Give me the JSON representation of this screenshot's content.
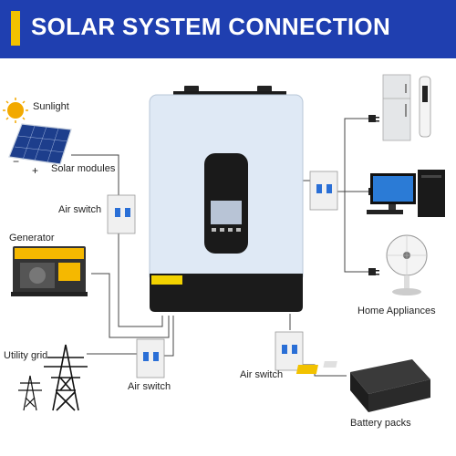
{
  "banner": {
    "title": "SOLAR SYSTEM CONNECTION"
  },
  "labels": {
    "sunlight": "Sunlight",
    "solar_modules": "Solar modules",
    "air_switch_top": "Air switch",
    "generator": "Generator",
    "utility_grid": "Utility grid",
    "air_switch_bottom": "Air switch",
    "air_switch_right": "Air switch",
    "home_appliances": "Home Appliances",
    "battery_packs": "Battery packs",
    "minus": "−",
    "plus": "+"
  },
  "colors": {
    "banner": "#1f3fb0",
    "accent": "#f2c200",
    "inverter_top": "#dfe9f5",
    "inverter_bottom": "#1b1b1b",
    "breaker_blue": "#2a6fd6"
  }
}
